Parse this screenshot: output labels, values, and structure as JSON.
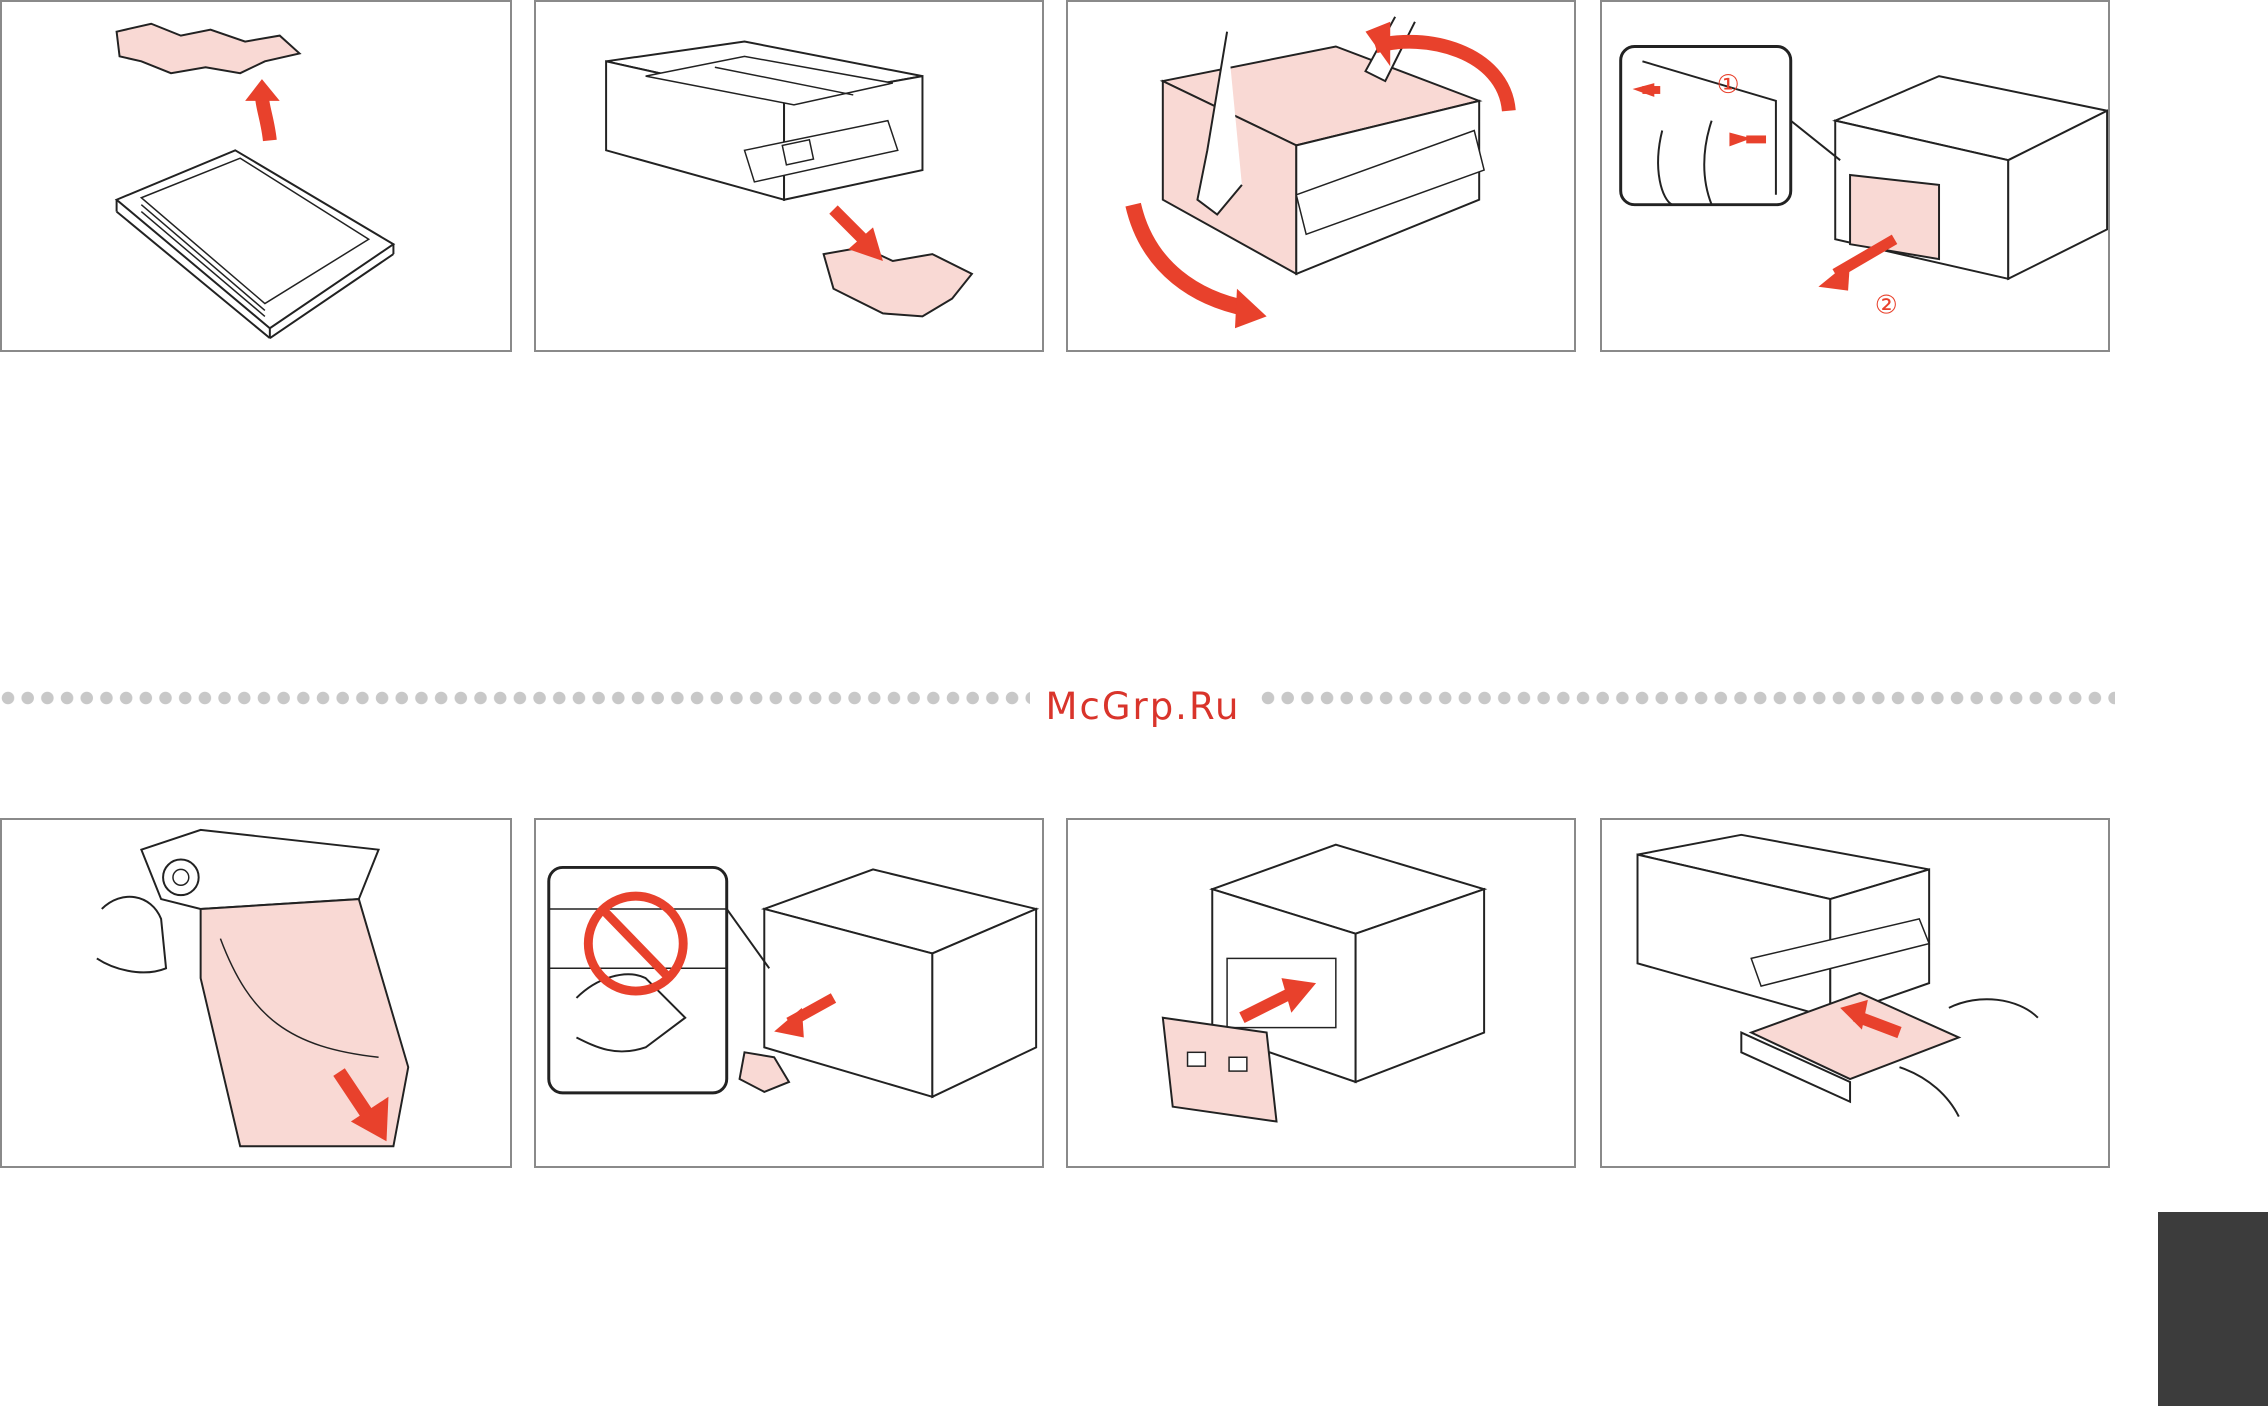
{
  "watermark": {
    "text": "McGrp.Ru"
  },
  "panels": [
    {
      "name": "remove-jammed-paper-from-cassette"
    },
    {
      "name": "pull-jammed-paper-from-front"
    },
    {
      "name": "tilt-printer-up"
    },
    {
      "name": "remove-rear-cover",
      "markers": [
        "①",
        "②"
      ]
    },
    {
      "name": "remove-paper-from-tray-cover"
    },
    {
      "name": "remove-paper-from-rear-do-not-touch"
    },
    {
      "name": "reattach-rear-cover"
    },
    {
      "name": "insert-paper-cassette"
    }
  ],
  "colors": {
    "panel_border": "#8a8a8a",
    "accent_red": "#e8412c",
    "paper_pink": "#f9d9d4",
    "line": "#222222",
    "dots": "#c8c8c8",
    "tab": "#3c3c3c"
  }
}
